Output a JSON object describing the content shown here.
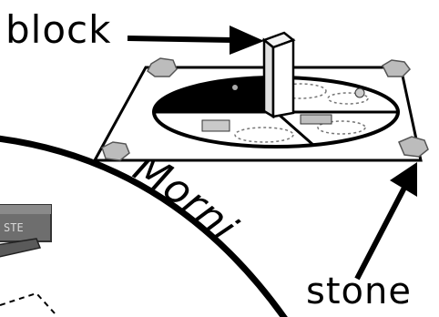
{
  "labels": {
    "block": "block",
    "stone": "stone"
  },
  "dial": {
    "arc_text": "Morni",
    "sign_text": "STE"
  },
  "colors": {
    "ink": "#000000",
    "paper": "#ffffff",
    "stone_gray": "#b8b8b8",
    "block_gray": "#e8e8e8"
  }
}
